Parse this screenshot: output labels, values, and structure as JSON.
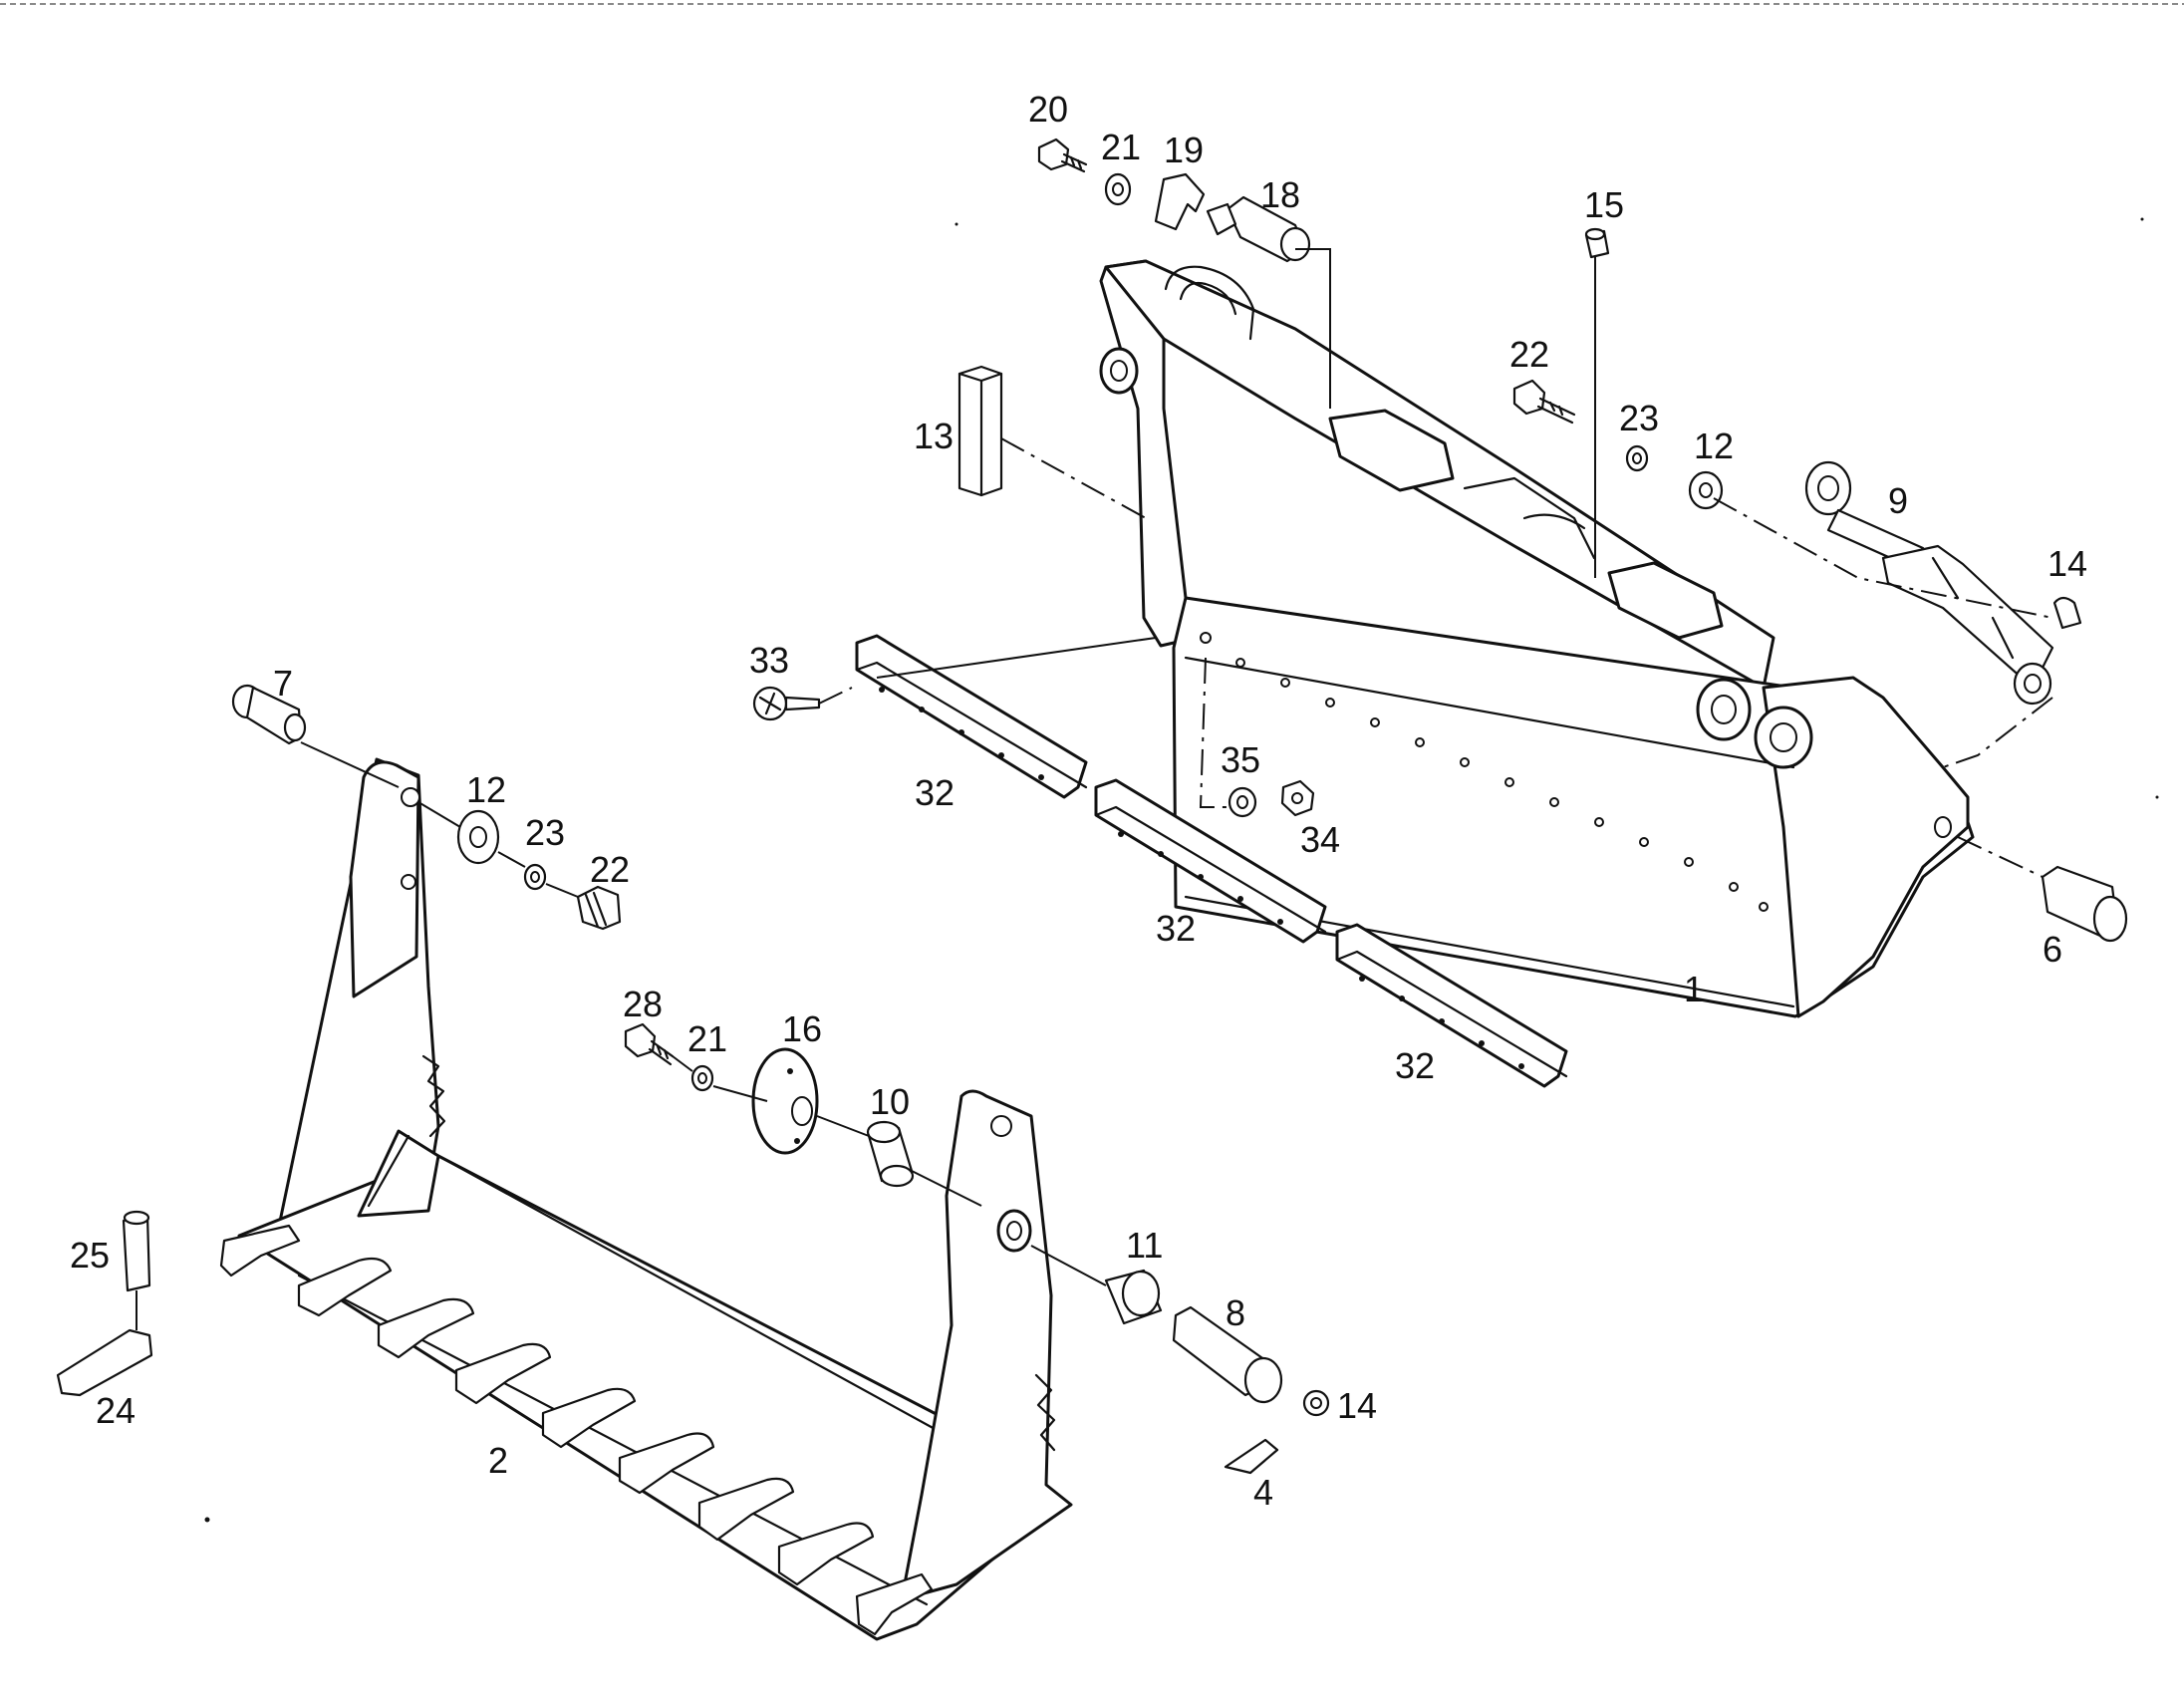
{
  "diagram": {
    "callouts": [
      {
        "id": "c20",
        "text": "20"
      },
      {
        "id": "c21a",
        "text": "21"
      },
      {
        "id": "c19",
        "text": "19"
      },
      {
        "id": "c18",
        "text": "18"
      },
      {
        "id": "c15",
        "text": "15"
      },
      {
        "id": "c22a",
        "text": "22"
      },
      {
        "id": "c23a",
        "text": "23"
      },
      {
        "id": "c12a",
        "text": "12"
      },
      {
        "id": "c9",
        "text": "9"
      },
      {
        "id": "c14a",
        "text": "14"
      },
      {
        "id": "c13",
        "text": "13"
      },
      {
        "id": "c33",
        "text": "33"
      },
      {
        "id": "c32a",
        "text": "32"
      },
      {
        "id": "c35",
        "text": "35"
      },
      {
        "id": "c34",
        "text": "34"
      },
      {
        "id": "c32b",
        "text": "32"
      },
      {
        "id": "c1",
        "text": "1"
      },
      {
        "id": "c6",
        "text": "6"
      },
      {
        "id": "c32c",
        "text": "32"
      },
      {
        "id": "c7",
        "text": "7"
      },
      {
        "id": "c12b",
        "text": "12"
      },
      {
        "id": "c23b",
        "text": "23"
      },
      {
        "id": "c22b",
        "text": "22"
      },
      {
        "id": "c28",
        "text": "28"
      },
      {
        "id": "c21b",
        "text": "21"
      },
      {
        "id": "c16",
        "text": "16"
      },
      {
        "id": "c10",
        "text": "10"
      },
      {
        "id": "c11",
        "text": "11"
      },
      {
        "id": "c8",
        "text": "8"
      },
      {
        "id": "c14b",
        "text": "14"
      },
      {
        "id": "c4",
        "text": "4"
      },
      {
        "id": "c25",
        "text": "25"
      },
      {
        "id": "c24",
        "text": "24"
      },
      {
        "id": "c2",
        "text": "2"
      }
    ]
  }
}
